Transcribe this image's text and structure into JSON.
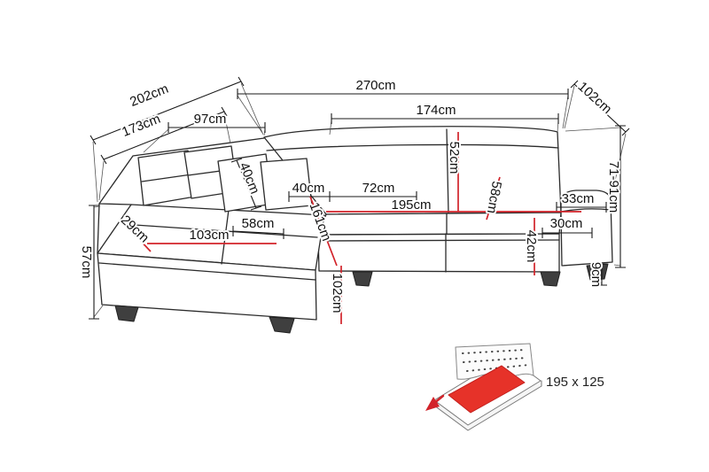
{
  "diagram": {
    "kind": "corner-sofa-dimension-diagram",
    "labels": {
      "total_width": "270cm",
      "chaise_outer_length": "202cm",
      "side_depth": "102cm",
      "chaise_inner_length": "173cm",
      "back_section_width": "97cm",
      "seat_section_width": "174cm",
      "backrest_height": "52cm",
      "pillow_height": "40cm",
      "pillow_width": "40cm",
      "seat_depth": "72cm",
      "seat_depth_inner": "58cm",
      "chaise_seat_width": "58cm",
      "armrest_width": "33cm",
      "sleeping_length": "195cm",
      "chaise_length": "161cm",
      "chaise_seat_length": "103cm",
      "left_arm_width": "29cm",
      "armrest_inner_width": "30cm",
      "seat_height": "42cm",
      "left_side_height": "57cm",
      "chaise_front_width": "102cm",
      "total_height": "71-91cm",
      "leg_height": "9cm"
    },
    "sleeping_area": {
      "label": "195 x 125"
    },
    "colors": {
      "dimension_red": "#d2232a",
      "outline": "#2b2b2b",
      "mattress_red": "#e63229"
    }
  }
}
